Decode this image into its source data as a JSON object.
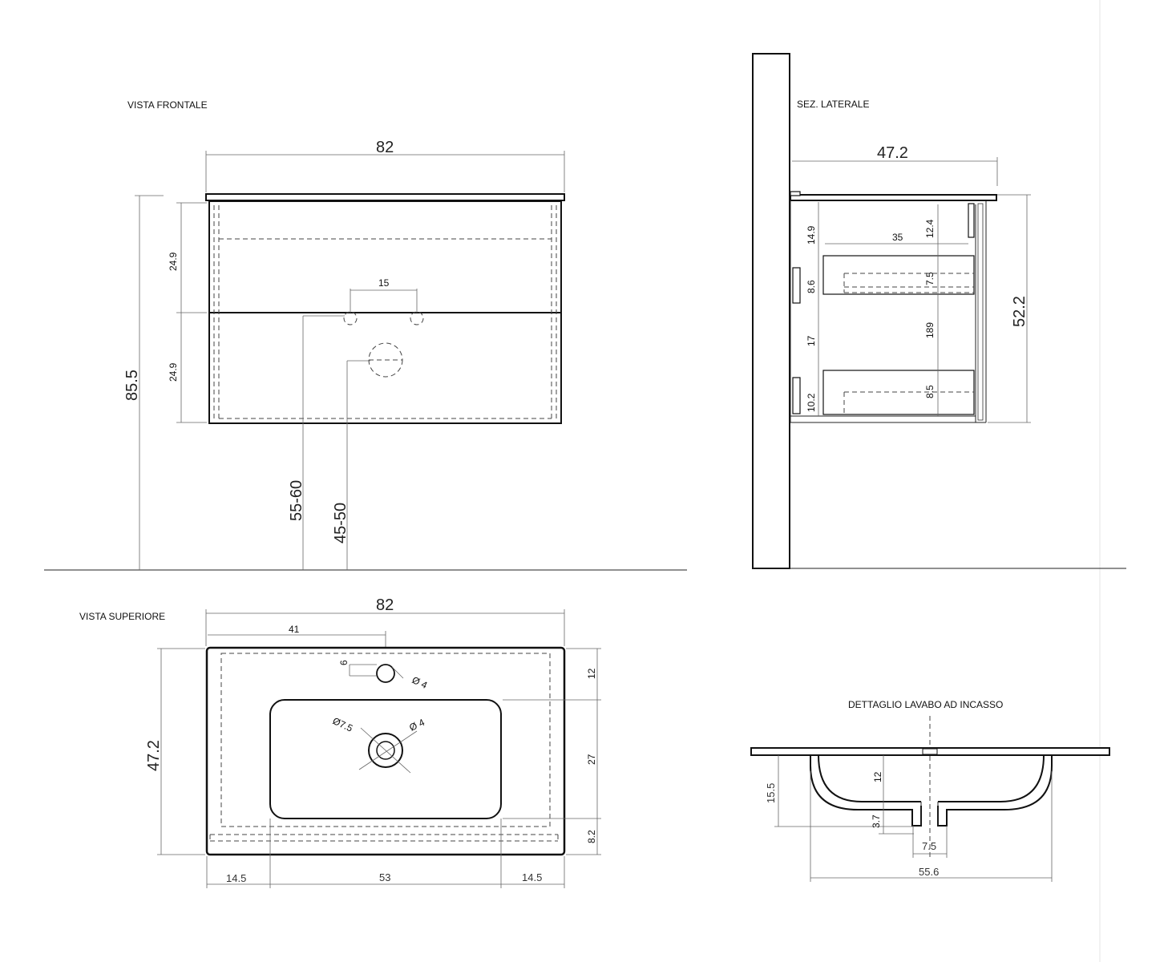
{
  "titles": {
    "front": "VISTA FRONTALE",
    "side": "SEZ. LATERALE",
    "top": "VISTA SUPERIORE",
    "detail": "DETTAGLIO LAVABO AD INCASSO"
  },
  "front": {
    "width": "82",
    "total_height": "85.5",
    "drawer_top": "24.9",
    "drawer_bottom": "24.9",
    "tap_spacing": "15",
    "waste_height": "55-60",
    "trap_height": "45-50"
  },
  "side": {
    "depth": "47.2",
    "height": "52.2",
    "d_14_9": "14.9",
    "d_35": "35",
    "d_12_4": "12.4",
    "d_7_5": "7.5",
    "d_8_6": "8.6",
    "d_17": "17",
    "d_189": "189",
    "d_8_5": "8.5",
    "d_10_2": "10.2"
  },
  "top": {
    "width": "82",
    "depth": "47.2",
    "tap_offset": "41",
    "d_6": "6",
    "tap_dia": "Ø 4",
    "drain_outer": "Ø7.5",
    "drain_inner": "Ø 4",
    "d_12": "12",
    "d_27": "27",
    "d_8_2": "8.2",
    "left": "14.5",
    "basin": "53",
    "right": "14.5"
  },
  "detail": {
    "height": "15.5",
    "depth": "12",
    "d_3_7": "3.7",
    "drain": "7.5",
    "width": "55.6"
  }
}
